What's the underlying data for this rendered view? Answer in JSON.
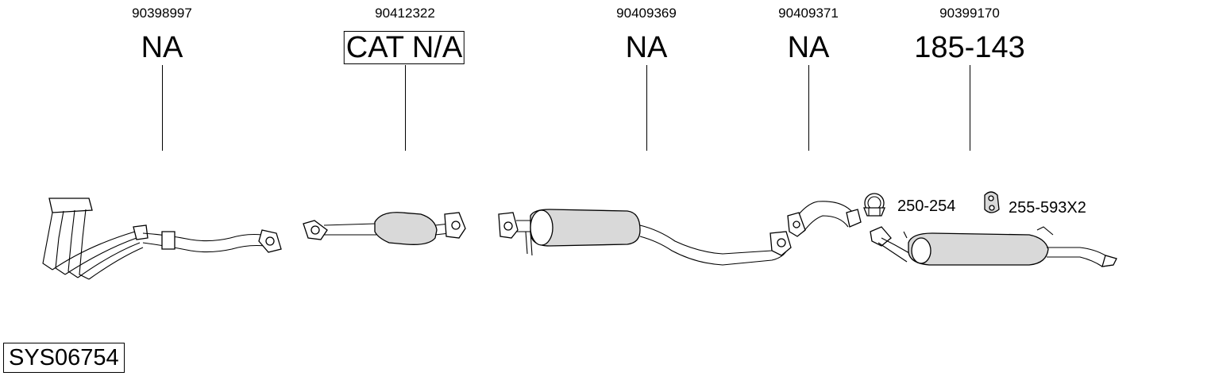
{
  "parts": [
    {
      "oe_number": "90398997",
      "code": "NA",
      "boxed": false
    },
    {
      "oe_number": "90412322",
      "code": "CAT N/A",
      "boxed": true
    },
    {
      "oe_number": "90409369",
      "code": "NA",
      "boxed": false
    },
    {
      "oe_number": "90409371",
      "code": "NA",
      "boxed": false
    },
    {
      "oe_number": "90399170",
      "code": "185-143",
      "boxed": false
    }
  ],
  "accessories": [
    {
      "code": "250-254",
      "icon": "clamp-icon"
    },
    {
      "code": "255-593X2",
      "icon": "rubber-hanger-icon"
    }
  ],
  "system_code": "SYS06754"
}
